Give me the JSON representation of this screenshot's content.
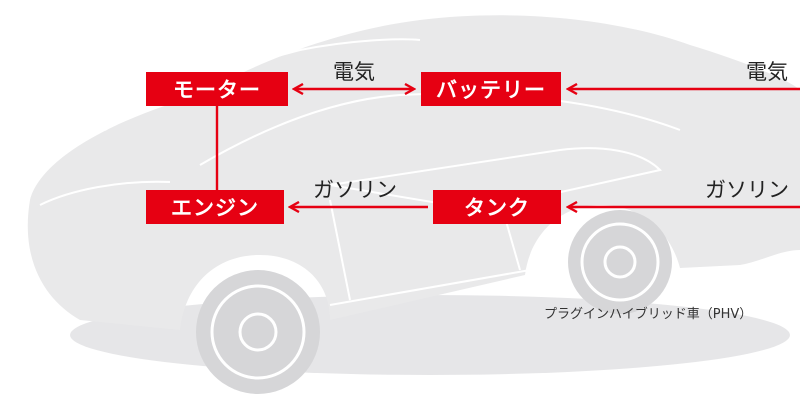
{
  "colors": {
    "accent": "#e60012",
    "car_body": "#e9e9ea",
    "car_line": "#ffffff",
    "car_shadow": "#d6d6d8"
  },
  "diagram": {
    "boxes": {
      "motor": "モーター",
      "battery": "バッテリー",
      "engine": "エンジン",
      "tank": "タンク"
    },
    "labels": {
      "electricity_left": "電気",
      "electricity_right": "電気",
      "gasoline_left": "ガソリン",
      "gasoline_right": "ガソリン"
    },
    "caption": "プラグインハイブリッド車（PHV）"
  }
}
